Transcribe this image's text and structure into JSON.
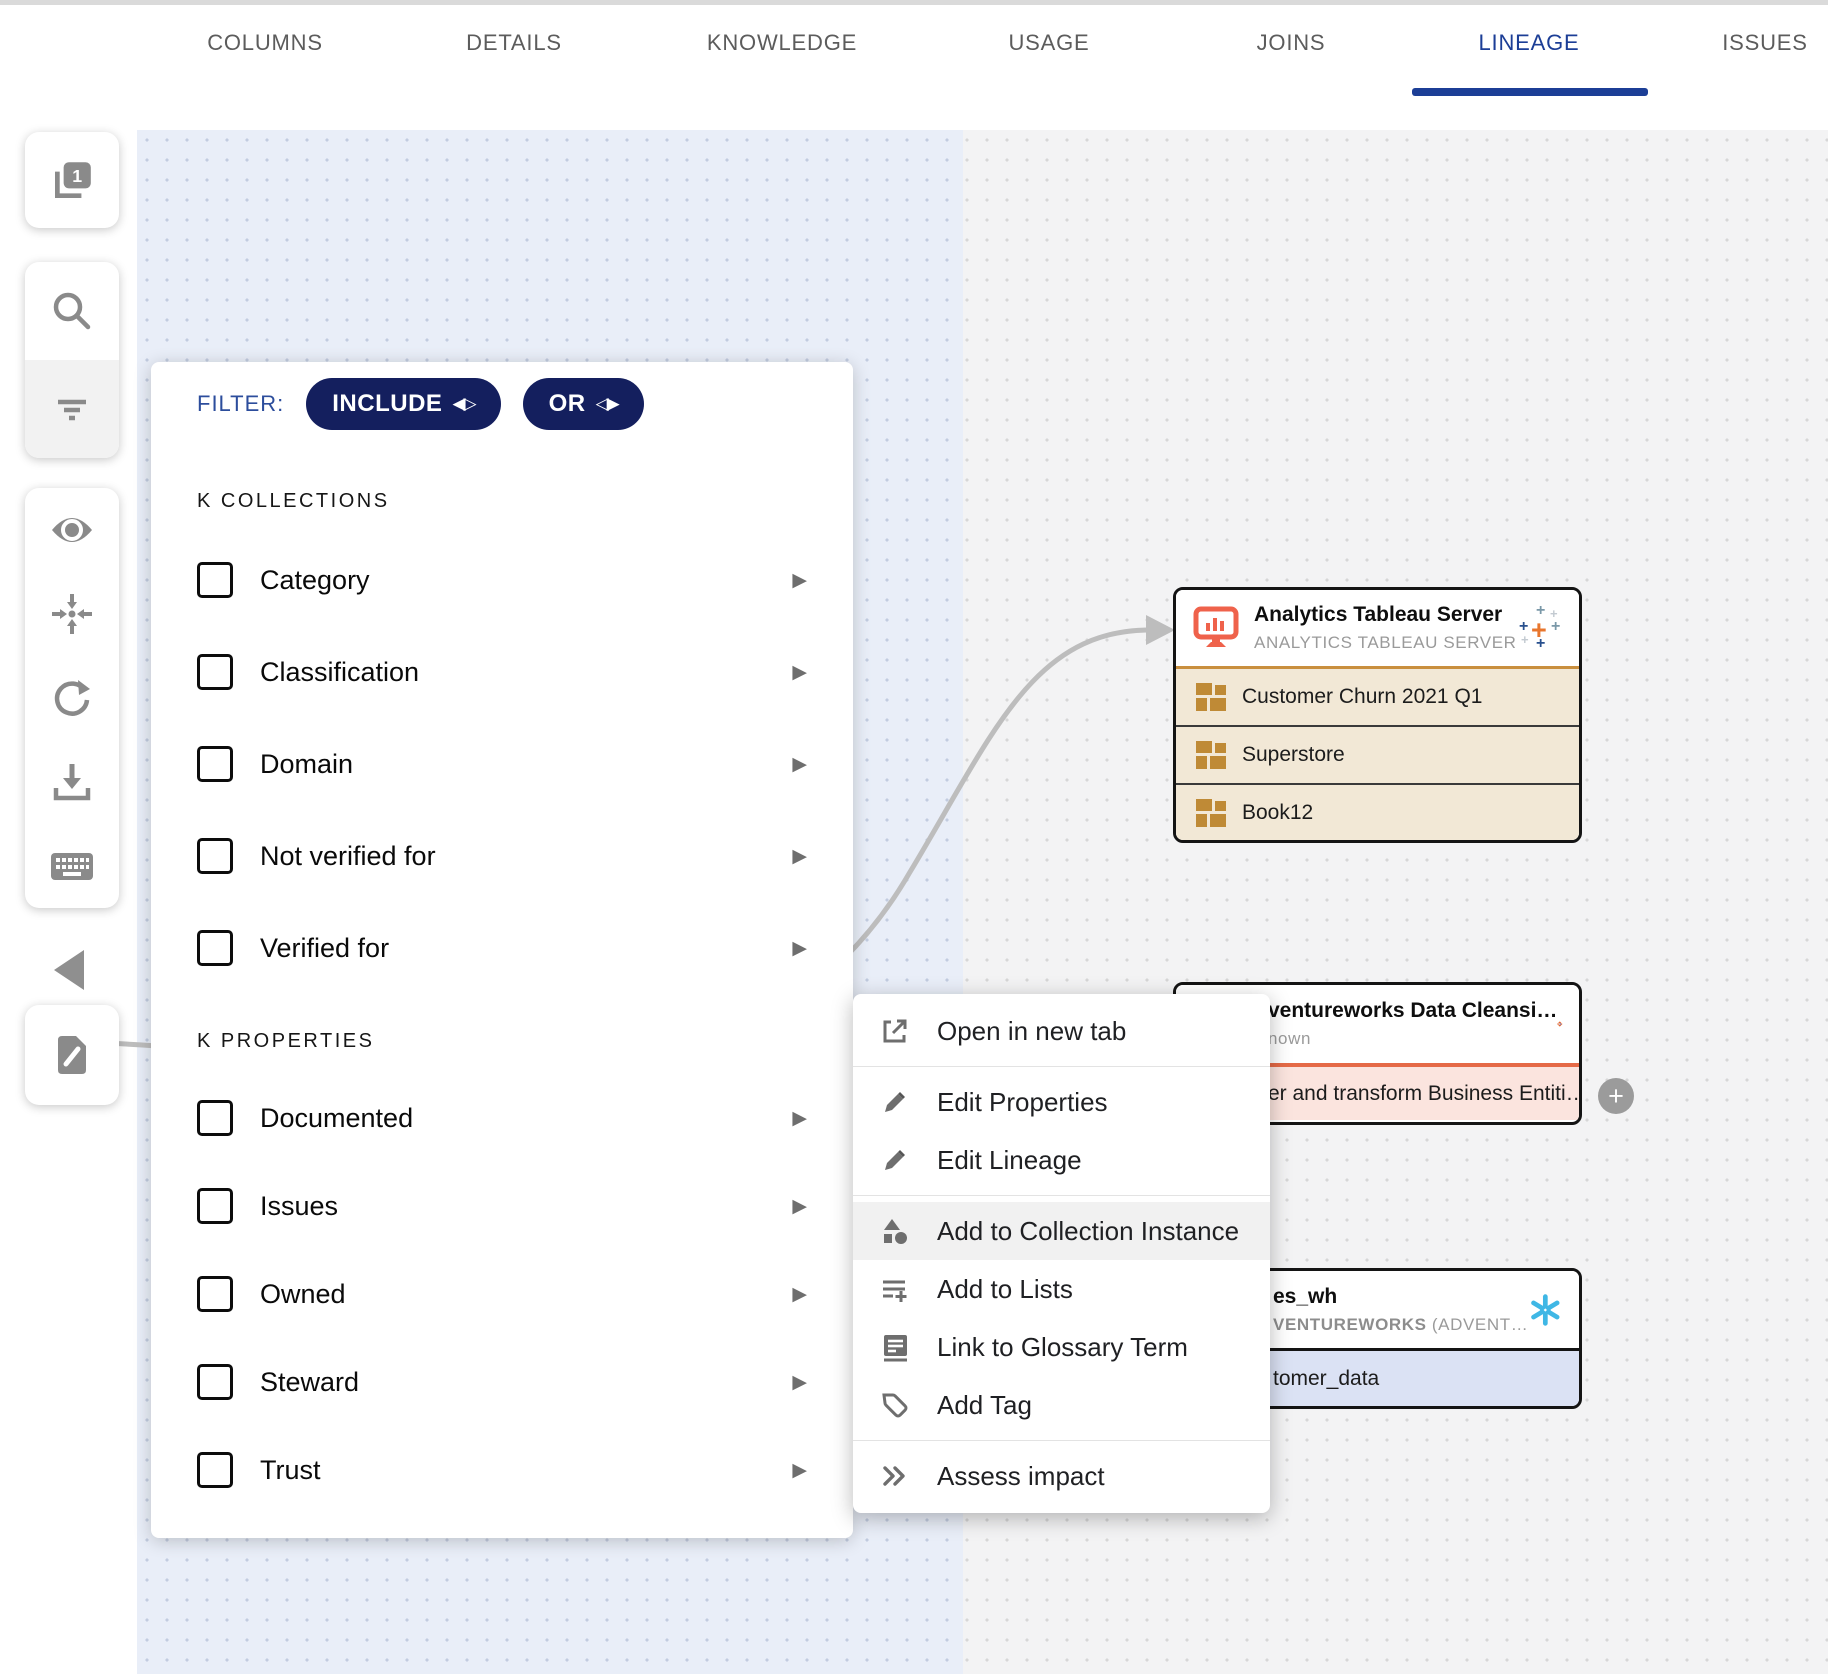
{
  "tabs": {
    "items": [
      {
        "label": "COLUMNS"
      },
      {
        "label": "DETAILS"
      },
      {
        "label": "KNOWLEDGE"
      },
      {
        "label": "USAGE"
      },
      {
        "label": "JOINS"
      },
      {
        "label": "LINEAGE"
      },
      {
        "label": "ISSUES"
      }
    ],
    "active": "LINEAGE"
  },
  "icons": {
    "chevron_right": "▶",
    "plus": "+"
  },
  "filter_panel": {
    "label": "FILTER:",
    "pills": [
      {
        "label": "INCLUDE",
        "arrows": "◀▷"
      },
      {
        "label": "OR",
        "arrows": "◁▶"
      }
    ],
    "sections": [
      {
        "title": "K COLLECTIONS",
        "items": [
          "Category",
          "Classification",
          "Domain",
          "Not verified for",
          "Verified for"
        ]
      },
      {
        "title": "K PROPERTIES",
        "items": [
          "Documented",
          "Issues",
          "Owned",
          "Steward",
          "Trust"
        ]
      }
    ]
  },
  "context_menu": {
    "items": [
      {
        "label": "Open in new tab"
      },
      {
        "label": "Edit Properties"
      },
      {
        "label": "Edit Lineage"
      },
      {
        "label": "Add to Collection Instance",
        "highlighted": true
      },
      {
        "label": "Add to Lists"
      },
      {
        "label": "Link to Glossary Term"
      },
      {
        "label": "Add Tag"
      },
      {
        "label": "Assess impact"
      }
    ]
  },
  "nodes": {
    "tableau": {
      "title": "Analytics Tableau Server",
      "subtitle": "ANALYTICS TABLEAU SERVER",
      "rows": [
        {
          "label": "Customer Churn 2021 Q1"
        },
        {
          "label": "Superstore"
        },
        {
          "label": "Book12"
        }
      ]
    },
    "informatica": {
      "title": "ventureworks Data Cleansi…",
      "subtitle": "nown",
      "row": "er and transform Business Entiti…"
    },
    "snowflake": {
      "title": "es_wh",
      "subtitle_bold": "VENTUREWORKS",
      "subtitle_rest": " (ADVENT…",
      "row": "tomer_data"
    }
  },
  "colors": {
    "pill_navy": "#141f5e",
    "tab_active_blue": "#1c3e96",
    "tableau_row_bg": "#f2e8d6",
    "informatica_row_bg": "#fbe4de",
    "snowflake_row_bg": "#dbe2f4",
    "edge_gray": "#bdbdbd"
  }
}
